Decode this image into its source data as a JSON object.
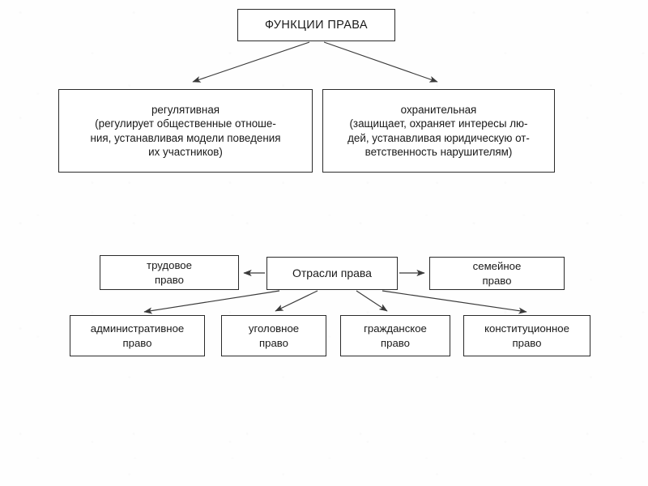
{
  "document": {
    "title": "Функции права",
    "language": "ru",
    "type": "scanned-textbook-diagram",
    "ink_color": "#1a1a1a",
    "box_border_color": "#2b2b2b",
    "page_background": "#fefefe"
  },
  "diagram_top": {
    "name": "Функции права",
    "root": {
      "label": "ФУНКЦИИ ПРАВА"
    },
    "children": [
      {
        "id": "regulative",
        "lines": [
          "регулятивная",
          "(регулирует общественные отноше-",
          "ния, устанавливая модели поведения",
          "их участников)"
        ]
      },
      {
        "id": "protective",
        "lines": [
          "охранительная",
          "(защищает, охраняет интересы лю-",
          "дей, устанавливая юридическую от-",
          "ветственность нарушителям)"
        ]
      }
    ]
  },
  "diagram_bottom": {
    "name": "Отрасли права",
    "hub": {
      "label": "Отрасли права"
    },
    "children": [
      {
        "id": "labor",
        "lines": [
          "трудовое",
          "право"
        ],
        "direction": "left"
      },
      {
        "id": "family",
        "lines": [
          "семейное",
          "право"
        ],
        "direction": "right"
      },
      {
        "id": "administrative",
        "lines": [
          "административное",
          "право"
        ],
        "direction": "down-left"
      },
      {
        "id": "criminal",
        "lines": [
          "уголовное",
          "право"
        ],
        "direction": "down-left"
      },
      {
        "id": "civil",
        "lines": [
          "гражданское",
          "право"
        ],
        "direction": "down-right"
      },
      {
        "id": "constitutional",
        "lines": [
          "конституционное",
          "право"
        ],
        "direction": "down-right"
      }
    ]
  }
}
